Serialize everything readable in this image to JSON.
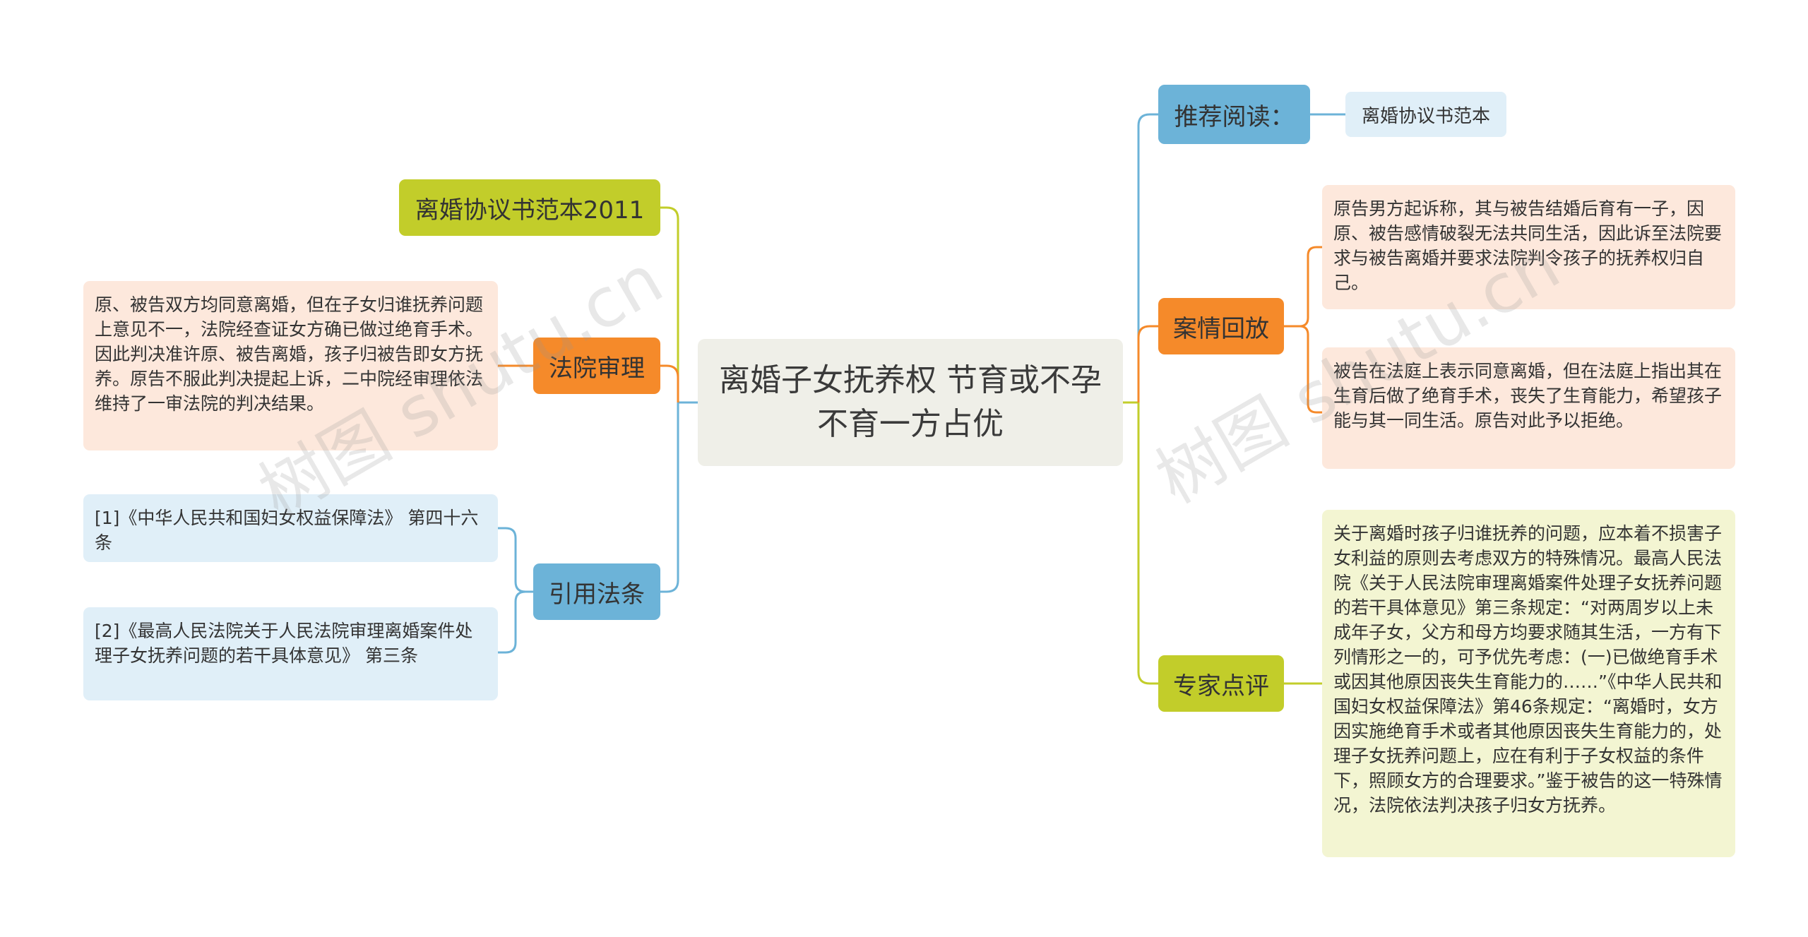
{
  "center": {
    "title": "离婚子女抚养权 节育或不孕不育一方占优"
  },
  "left": {
    "agreement": {
      "label": "离婚协议书范本2011"
    },
    "court": {
      "label": "法院审理",
      "detail": "原、被告双方均同意离婚，但在子女归谁抚养问题上意见不一，法院经查证女方确已做过绝育手术。因此判决准许原、被告离婚，孩子归被告即女方抚养。原告不服此判决提起上诉，二中院经审理依法维持了一审法院的判决结果。"
    },
    "laws": {
      "label": "引用法条",
      "items": [
        "[1]《中华人民共和国妇女权益保障法》 第四十六条",
        "[2]《最高人民法院关于人民法院审理离婚案件处理子女抚养问题的若干具体意见》 第三条"
      ]
    }
  },
  "right": {
    "reading": {
      "label": "推荐阅读：",
      "item": "离婚协议书范本"
    },
    "case": {
      "label": "案情回放",
      "items": [
        "原告男方起诉称，其与被告结婚后育有一子，因原、被告感情破裂无法共同生活，因此诉至法院要求与被告离婚并要求法院判令孩子的抚养权归自己。",
        "被告在法庭上表示同意离婚，但在法庭上指出其在生育后做了绝育手术，丧失了生育能力，希望孩子能与其一同生活。原告对此予以拒绝。"
      ]
    },
    "expert": {
      "label": "专家点评",
      "detail": "关于离婚时孩子归谁抚养的问题，应本着不损害子女利益的原则去考虑双方的特殊情况。最高人民法院《关于人民法院审理离婚案件处理子女抚养问题的若干具体意见》第三条规定：“对两周岁以上未成年子女，父方和母方均要求随其生活，一方有下列情形之一的，可予优先考虑：(一)已做绝育手术或因其他原因丧失生育能力的……”《中华人民共和国妇女权益保障法》第46条规定：“离婚时，女方因实施绝育手术或者其他原因丧失生育能力的，处理子女抚养问题上，应在有利于子女权益的条件下，照顾女方的合理要求。”鉴于被告的这一特殊情况，法院依法判决孩子归女方抚养。"
    }
  },
  "watermark": {
    "left": "树图 shutu.cn",
    "right": "树图 shutu.cn"
  },
  "colors": {
    "orange": "#f58a2a",
    "blue": "#6cb3d8",
    "olive": "#c2cd2a"
  }
}
